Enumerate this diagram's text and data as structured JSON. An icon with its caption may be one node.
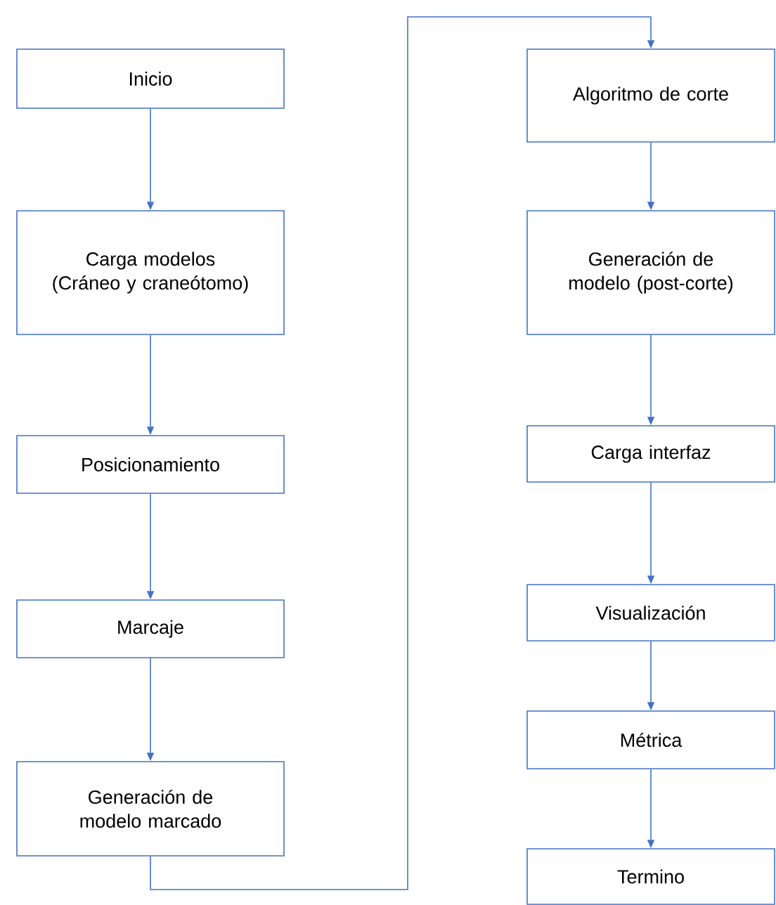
{
  "diagram": {
    "nodes": [
      {
        "text": [
          "Inicio"
        ]
      },
      {
        "text": [
          "Carga modelos (Cráneo y craneótomo)"
        ]
      },
      {
        "text": [
          "Posicionamiento"
        ]
      },
      {
        "text": [
          "Marcaje"
        ]
      },
      {
        "text": [
          "Generación de modelo marcado"
        ]
      },
      {
        "text": [
          "Algoritmo de corte"
        ]
      },
      {
        "text": [
          "Generación de modelo (post-corte)"
        ]
      },
      {
        "text": [
          "Carga interfaz"
        ]
      },
      {
        "text": [
          "Visualización"
        ]
      },
      {
        "text": [
          "Métrica"
        ]
      },
      {
        "text": [
          "Termino"
        ]
      }
    ],
    "edges": [
      {
        "from": 0,
        "to": 1,
        "arrow": "to"
      },
      {
        "from": 1,
        "to": 2,
        "arrow": "to"
      },
      {
        "from": 2,
        "to": 3,
        "arrow": "to"
      },
      {
        "from": 3,
        "to": 4,
        "arrow": "to"
      },
      {
        "from": 4,
        "to": 5,
        "arrow": "to"
      },
      {
        "from": 5,
        "to": 6,
        "arrow": "to"
      },
      {
        "from": 6,
        "to": 7,
        "arrow": "to"
      },
      {
        "from": 7,
        "to": 8,
        "arrow": "to"
      },
      {
        "from": 8,
        "to": 9,
        "arrow": "to"
      },
      {
        "from": 9,
        "to": 10,
        "arrow": "to"
      }
    ]
  }
}
